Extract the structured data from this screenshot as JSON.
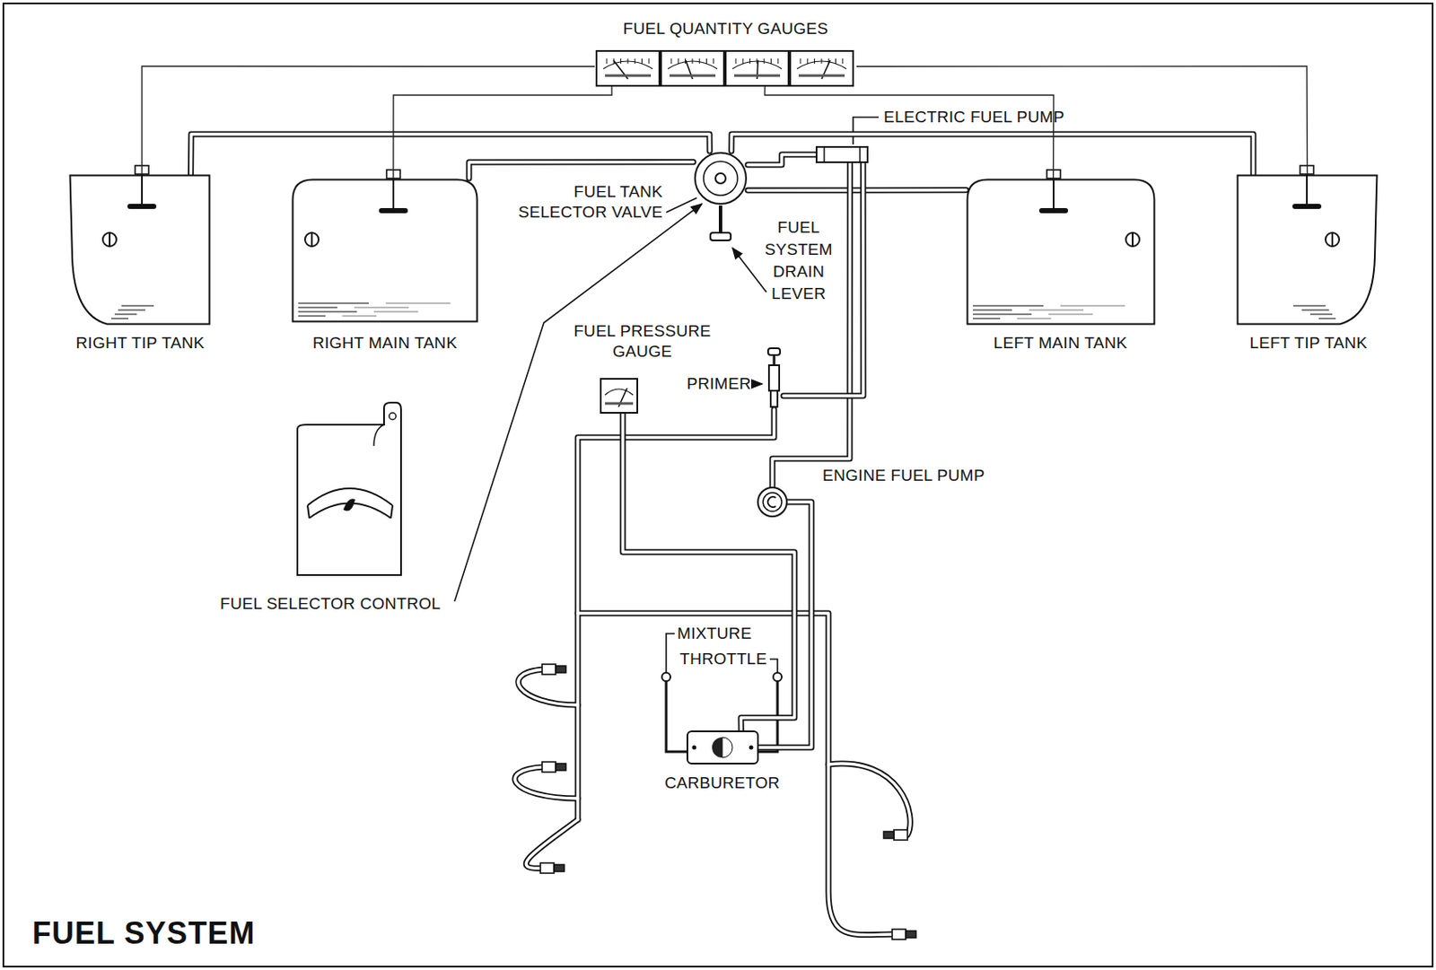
{
  "diagram": {
    "title": "FUEL SYSTEM",
    "nodes": [
      {
        "text": [
          "FUEL QUANTITY GAUGES"
        ]
      },
      {
        "text": [
          "RIGHT TIP TANK"
        ]
      },
      {
        "text": [
          "RIGHT MAIN TANK"
        ]
      },
      {
        "text": [
          "ELECTRIC FUEL PUMP"
        ]
      },
      {
        "text": [
          "FUEL TANK SELECTOR VALVE"
        ]
      },
      {
        "text": [
          "LEFT MAIN TANK"
        ]
      },
      {
        "text": [
          "LEFT TIP TANK"
        ]
      },
      {
        "text": [
          "FUEL PRESSURE GAUGE"
        ]
      },
      {
        "text": [
          "PRIMER"
        ]
      },
      {
        "text": [
          "ENGINE FUEL PUMP"
        ]
      },
      {
        "text": [
          "CARBURETOR"
        ]
      }
    ],
    "edges": [
      {
        "from": 1,
        "to": 4,
        "arrow": "none"
      },
      {
        "from": 2,
        "to": 4,
        "arrow": "none"
      },
      {
        "from": 5,
        "to": 4,
        "arrow": "none"
      },
      {
        "from": 6,
        "to": 4,
        "arrow": "none"
      },
      {
        "from": 4,
        "to": 3,
        "arrow": "none"
      },
      {
        "from": 3,
        "to": 9,
        "arrow": "none"
      },
      {
        "from": 3,
        "to": 8,
        "arrow": "none"
      },
      {
        "from": 9,
        "to": 10,
        "arrow": "none"
      },
      {
        "from": 7,
        "to": 10,
        "arrow": "none"
      },
      {
        "from": 0,
        "to": 1,
        "arrow": "none"
      },
      {
        "from": 0,
        "to": 2,
        "arrow": "none"
      },
      {
        "from": 0,
        "to": 5,
        "arrow": "none"
      },
      {
        "from": 0,
        "to": 6,
        "arrow": "none"
      }
    ],
    "labels": [
      "FUEL SYSTEM DRAIN LEVER",
      "FUEL SELECTOR CONTROL",
      "MIXTURE",
      "THROTTLE"
    ]
  }
}
